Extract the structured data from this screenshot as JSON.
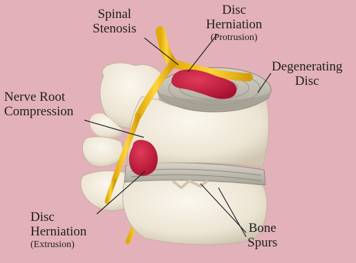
{
  "labels": {
    "spinal_stenosis": {
      "line1": "Spinal",
      "line2": "Stenosis"
    },
    "disc_herniation_protrusion": {
      "line1": "Disc",
      "line2": "Herniation",
      "note": "(Protrusion)"
    },
    "degenerating_disc": {
      "line1": "Degenerating",
      "line2": "Disc"
    },
    "nerve_root_compression": {
      "line1": "Nerve Root",
      "line2": "Compression"
    },
    "disc_herniation_extrusion": {
      "line1": "Disc",
      "line2": "Herniation",
      "note": "(Extrusion)"
    },
    "bone_spurs": {
      "line1": "Bone",
      "line2": "Spurs"
    }
  },
  "colors": {
    "background": "#e3b1b9",
    "bone": "#f2ecdf",
    "bone_shadow": "#c9c1b0",
    "disc": "#bdb8ad",
    "herniation": "#c41c3e",
    "nerve": "#f2c41c"
  }
}
